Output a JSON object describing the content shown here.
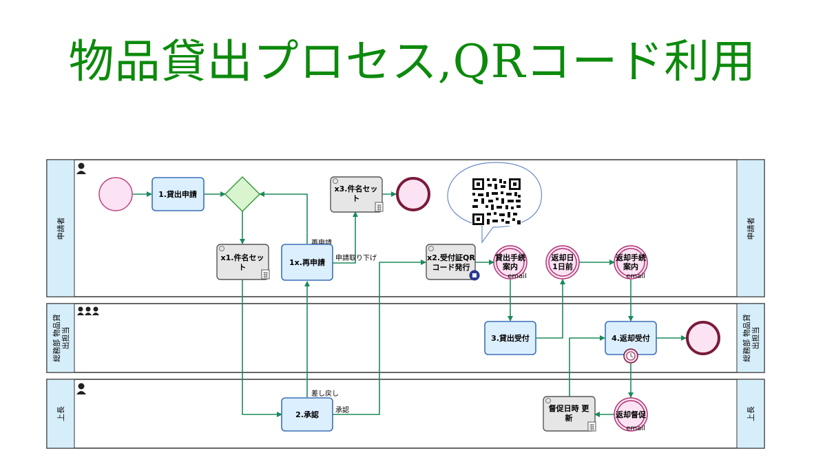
{
  "title": "物品貸出プロセス,QRコード利用",
  "lanes": {
    "applicant": "申請者",
    "general_affairs": "総務部 物品貸出担当",
    "general_affairs_line1": "総務部 物品貸",
    "general_affairs_line2": "出担当",
    "boss": "上長"
  },
  "tasks": {
    "lend_apply": "1.貸出申請",
    "reapply": "1x.再申請",
    "approve": "2.承認",
    "lend_receive": "3.貸出受付",
    "return_receive": "4.返却受付",
    "x1_line1": "x1.件名セッ",
    "x1_line2": "ト",
    "x3_line1": "x3.件名セッ",
    "x3_line2": "ト",
    "x2_line1": "x2.受付証QR",
    "x2_line2": "コード発行",
    "remind_line1": "督促日時 更",
    "remind_line2": "新"
  },
  "events": {
    "lend_notice_line1": "貸出手続",
    "lend_notice_line2": "案内",
    "day_before_line1": "返却日",
    "day_before_line2": "1日前",
    "return_notice_line1": "返却手続",
    "return_notice_line2": "案内",
    "return_remind": "返却督促",
    "email": "email"
  },
  "flows": {
    "reapply": "再申請",
    "withdraw": "申請取り下げ",
    "send_back": "差し戻し",
    "approve": "承認"
  },
  "colors": {
    "title": "#0c8a0c",
    "task_fill": "#dcefff",
    "task_stroke": "#3a6fb8",
    "script_fill": "#e6e6e6",
    "flow": "#1a8a5a",
    "lane_header": "#d6eefa",
    "event_fill": "#fbe3f3",
    "end_stroke": "#7a1a3a",
    "gateway_fill": "#d8f5d0",
    "gateway_stroke": "#3a9a3a"
  }
}
